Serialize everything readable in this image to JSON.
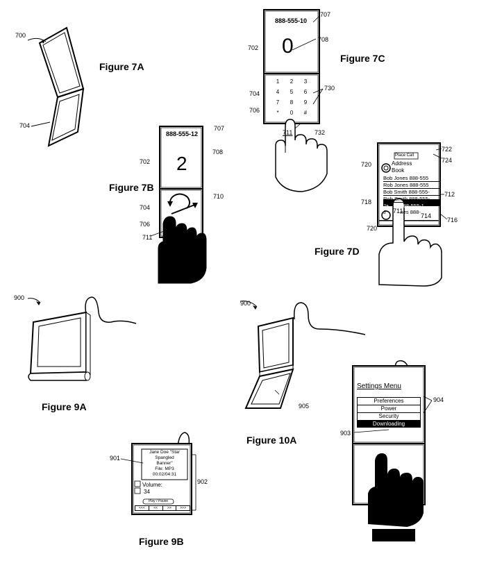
{
  "captions": {
    "fig7a": "Figure 7A",
    "fig7b": "Figure 7B",
    "fig7c": "Figure 7C",
    "fig7d": "Figure 7D",
    "fig9a": "Figure 9A",
    "fig9b": "Figure 9B",
    "fig10a": "Figure 10A"
  },
  "fig7a": {
    "ref_700": "700",
    "ref_704": "704"
  },
  "fig7b": {
    "phone_number": "888-555-12",
    "digit": "2",
    "refs": {
      "r707": "707",
      "r708": "708",
      "r702": "702",
      "r704": "704",
      "r706": "706",
      "r710": "710",
      "r711": "711"
    }
  },
  "fig7c": {
    "phone_number": "888-555-10",
    "digit": "0",
    "keys": [
      "1",
      "2",
      "3",
      "4",
      "5",
      "6",
      "7",
      "8",
      "9",
      "*",
      "0",
      "#"
    ],
    "refs": {
      "r707": "707",
      "r708": "708",
      "r702": "702",
      "r704": "704",
      "r706": "706",
      "r730": "730",
      "r732": "732",
      "r711": "711"
    }
  },
  "fig7d": {
    "place_call": "Place Call",
    "address": "Address",
    "book": "Book",
    "entries": [
      "Bob Jones 888-555",
      "Rob Jones 888-555",
      "Bob Smith 888-555-",
      "Rob Smith 888-555-",
      "Ja        888-555-1",
      "J          nes 888-"
    ],
    "refs": {
      "r722": "722",
      "r724": "724",
      "r720a": "720",
      "r712": "712",
      "r718": "718",
      "r711": "711",
      "r714": "714",
      "r716": "716",
      "r720b": "720"
    }
  },
  "fig9a": {
    "ref_900": "900"
  },
  "fig9b": {
    "song_lines": [
      "Jane Doe \"Star",
      "Spangled",
      "Banner\"",
      "File: MP3",
      "00:02/04:31"
    ],
    "volume_label": "Volume:",
    "volume_value": "34",
    "play_pause": "Play / Pause",
    "buttons": [
      "<<<",
      "<<",
      ">>",
      ">>>"
    ],
    "refs": {
      "r901": "901",
      "r902": "902"
    }
  },
  "fig10a": {
    "refs": {
      "r900": "900",
      "r905": "905"
    }
  },
  "settings": {
    "title": "Settings Menu",
    "items": [
      "Preferences",
      "Power",
      "Security",
      "Downloading"
    ],
    "refs": {
      "r904": "904",
      "r903": "903"
    }
  }
}
